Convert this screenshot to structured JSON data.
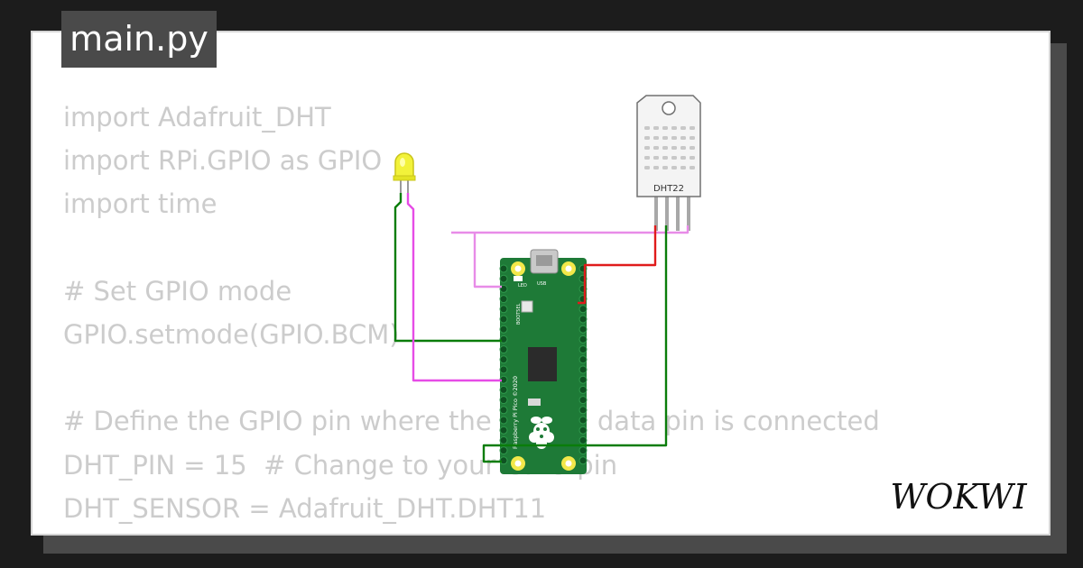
{
  "project": {
    "file_name": "main.py",
    "brand": "WOKWI"
  },
  "code_lines": [
    "import Adafruit_DHT",
    "import RPi.GPIO as GPIO",
    "import time",
    "",
    "# Set GPIO mode",
    "GPIO.setmode(GPIO.BCM)",
    "",
    "# Define the GPIO pin where the DHT11 data pin is connected",
    "DHT_PIN = 15  # Change to your GPIO pin",
    "DHT_SENSOR = Adafruit_DHT.DHT11"
  ],
  "components": {
    "sensor_label": "DHT22",
    "board": {
      "silk_led": "LED",
      "silk_usb": "USB",
      "silk_bootsel": "BOOTSEL",
      "silk_name": "Raspberry Pi Pico ©2020"
    }
  },
  "wire_colors": {
    "green": "#0a7d0a",
    "magenta": "#e64ce6",
    "pink": "#e88ce8",
    "red": "#e01b1b"
  },
  "board_color": "#1e7a37"
}
